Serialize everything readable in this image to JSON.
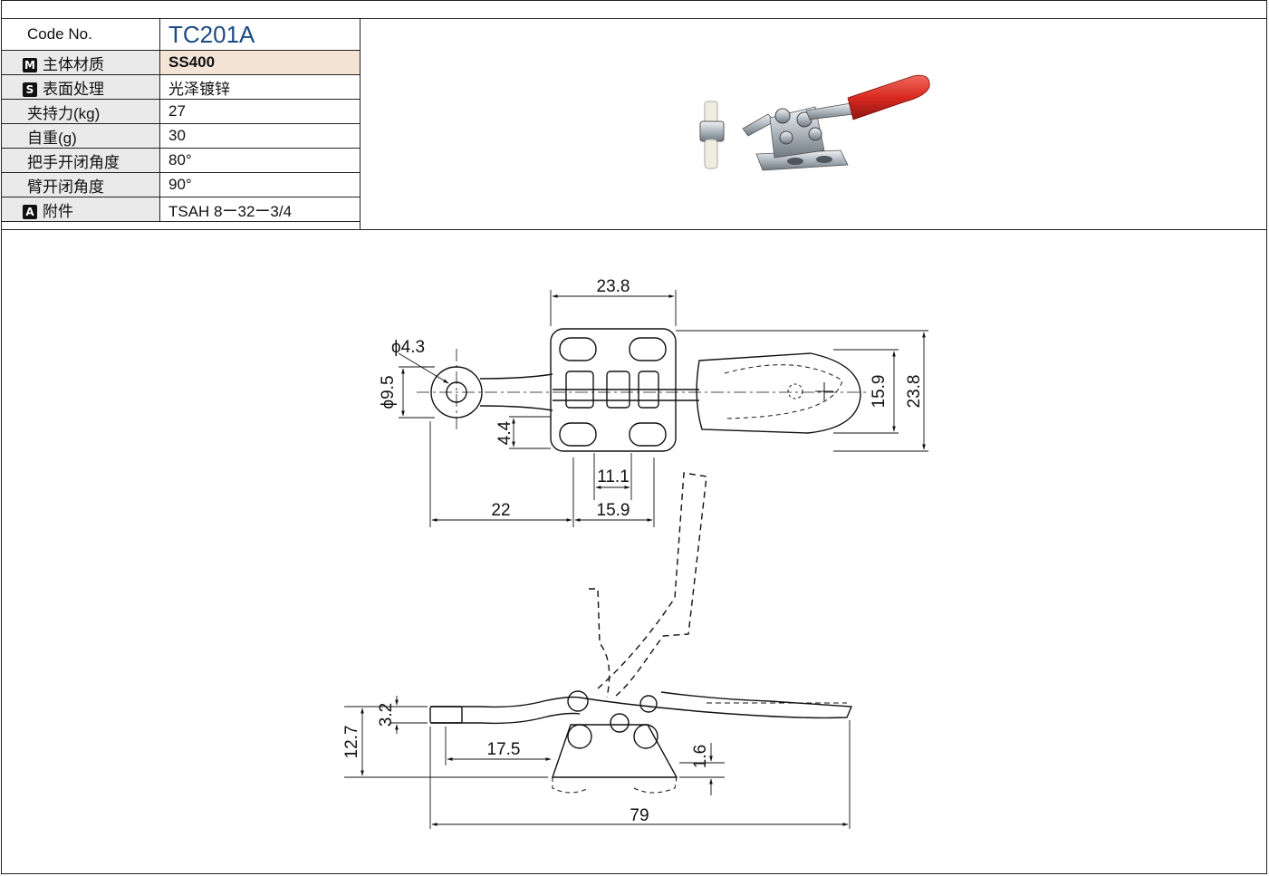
{
  "spec_table": {
    "code_label": "Code No.",
    "code_value": "TC201A",
    "rows": [
      {
        "badge": "M",
        "label": "主体材质",
        "value": "SS400"
      },
      {
        "badge": "S",
        "label": "表面处理",
        "value": "光泽镀锌"
      },
      {
        "badge": "",
        "label": "夹持力(kg)",
        "value": "27"
      },
      {
        "badge": "",
        "label": "自重(g)",
        "value": "30"
      },
      {
        "badge": "",
        "label": "把手开闭角度",
        "value": "80°"
      },
      {
        "badge": "",
        "label": "臂开闭角度",
        "value": "90°"
      },
      {
        "badge": "A",
        "label": "附件",
        "value": "TSAH 8ー32ー3/4"
      }
    ]
  },
  "drawing": {
    "top_view_dims": {
      "base_width": "23.8",
      "hole_dia": "ϕ4.3",
      "spindle_dia": "ϕ9.5",
      "handle_width": "15.9",
      "overall_height": "23.8",
      "slot_offset": "4.4",
      "hole_spacing_inner": "11.1",
      "spindle_reach": "22",
      "hole_spacing_outer": "15.9"
    },
    "side_view_dims": {
      "height_total": "12.7",
      "height_arm": "3.2",
      "arm_to_base": "17.5",
      "base_thickness": "1.6",
      "overall_length": "79"
    }
  },
  "colors": {
    "code_value": "#1c4a84",
    "row_highlight": "#f3e4d6",
    "label_bg": "#eaeaea",
    "handle_grip": "#d9281f"
  }
}
